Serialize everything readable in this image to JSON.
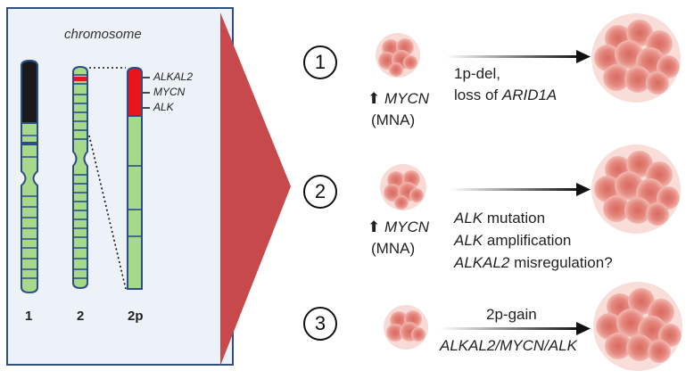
{
  "panel": {
    "title": "chromosome",
    "chromosome_labels": [
      "1",
      "2",
      "2p"
    ],
    "gene_labels": [
      "ALKAL2",
      "MYCN",
      "ALK"
    ]
  },
  "scenarios": [
    {
      "number": "1",
      "marker_arrow": "⬆",
      "marker_gene": "MYCN",
      "marker_note": "(MNA)",
      "event_lines": [
        {
          "plain": "1p-del,",
          "gene": "",
          "suffix": ""
        },
        {
          "plain": "loss of ",
          "gene": "ARID1A",
          "suffix": ""
        }
      ]
    },
    {
      "number": "2",
      "marker_arrow": "⬆",
      "marker_gene": "MYCN",
      "marker_note": "(MNA)",
      "event_lines": [
        {
          "gene": "ALK",
          "suffix": " mutation"
        },
        {
          "gene": "ALK",
          "suffix": " amplification"
        },
        {
          "gene": "ALKAL2",
          "suffix": " misregulation?"
        }
      ]
    },
    {
      "number": "3",
      "event_top": "2p-gain",
      "event_bottom": "ALKAL2/MYCN/ALK"
    }
  ],
  "colors": {
    "panel_border": "#2f4f84",
    "panel_bg": "#edf1f8",
    "chromosome_green": "#a6d98a",
    "chromosome_band": "#2b4d8c",
    "heterochromatin": "#1a1a1a",
    "highlight_red": "#e8161b",
    "wedge_red": "#c8494b",
    "cell_pink": "#e4887f"
  }
}
